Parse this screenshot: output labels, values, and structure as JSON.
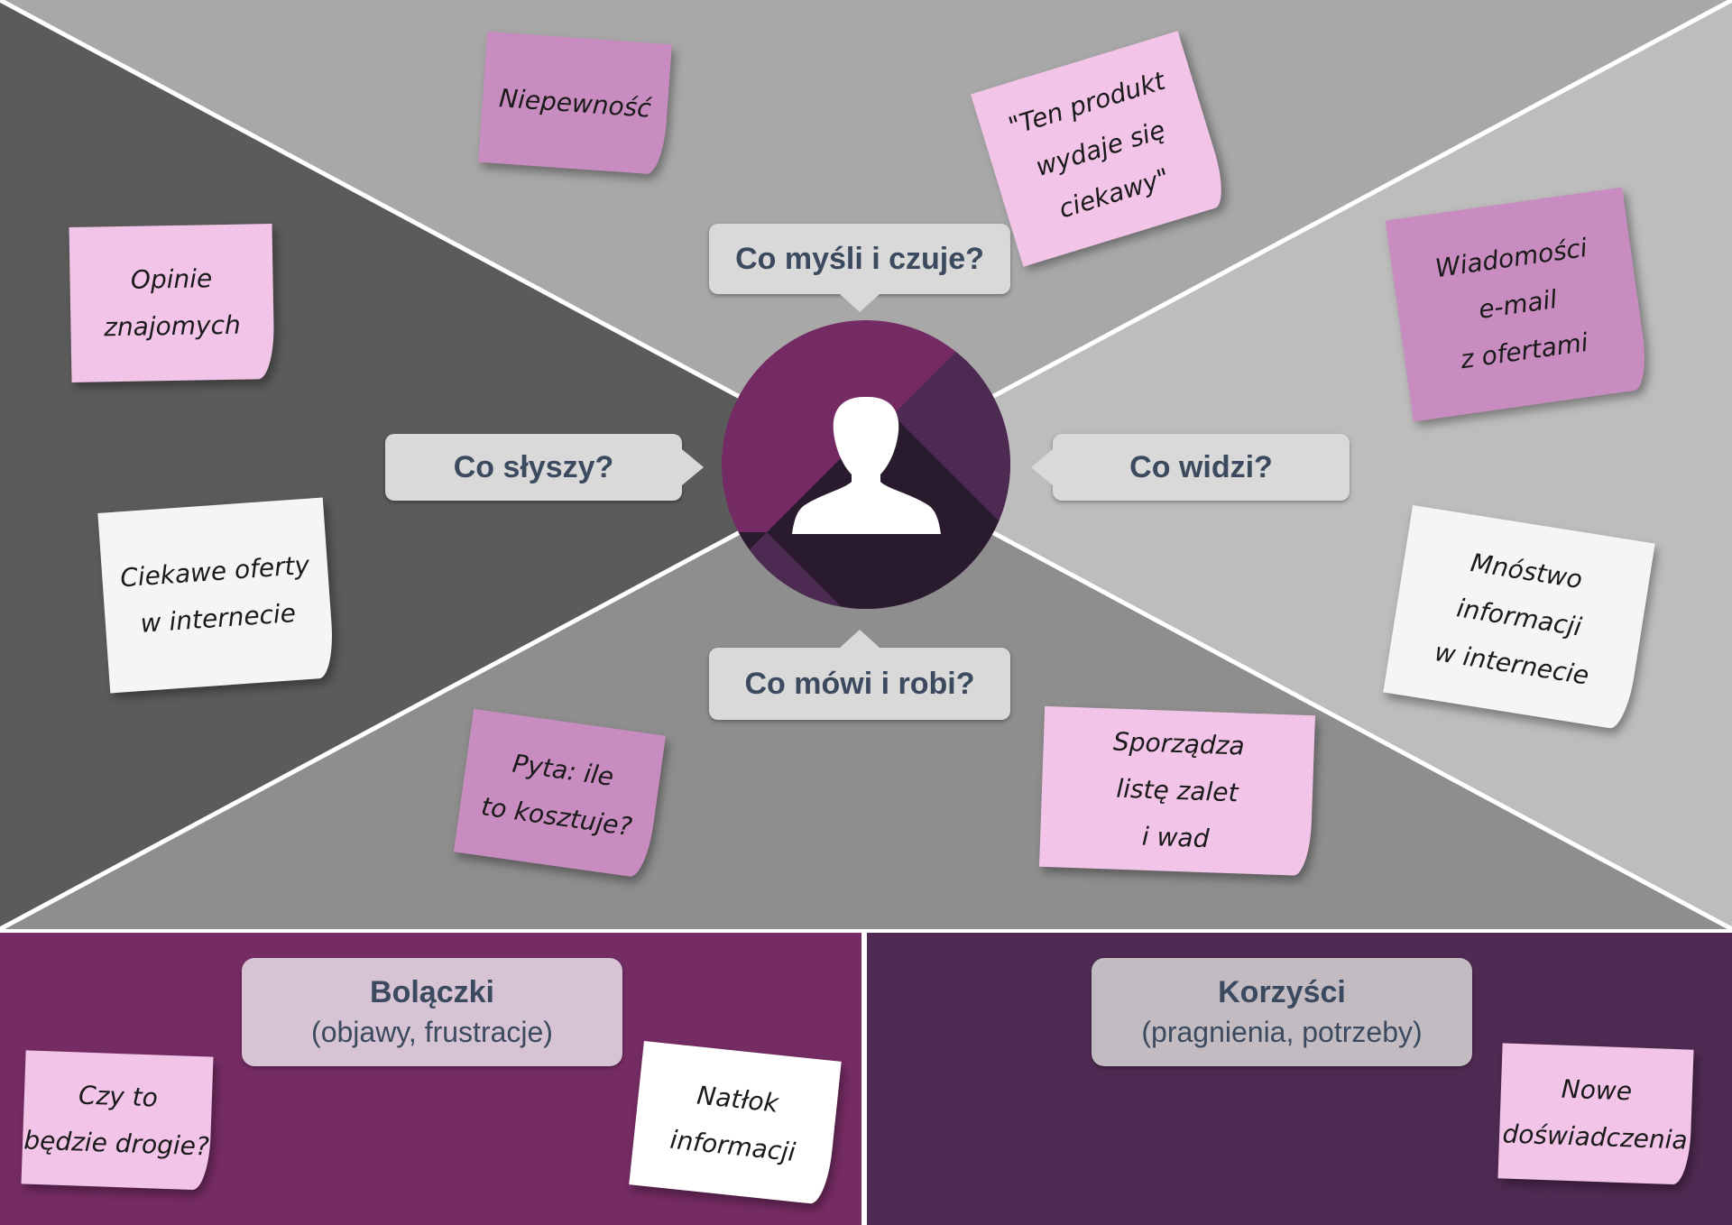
{
  "colors": {
    "left_panel": "#5b5b5b",
    "top_panel": "#a8a8a8",
    "right_panel": "#bdbdbd",
    "bottom_panel": "#8e8e8e",
    "pains_panel": "#752c63",
    "gains_panel": "#4f2a52",
    "note_pink": "#f2c4e8",
    "note_purple": "#c98cc0",
    "note_white": "#f5f5f5",
    "avatar_purple": "#742a63"
  },
  "center": {
    "icon": "person-silhouette-icon"
  },
  "quadrants": {
    "thinks": "Co myśli i czuje?",
    "hears": "Co słyszy?",
    "sees": "Co widzi?",
    "says": "Co mówi i robi?"
  },
  "notes": {
    "uncertainty": [
      "Niepewność"
    ],
    "product_quote": [
      "\"Ten produkt",
      "wydaje się",
      "ciekawy\""
    ],
    "friends": [
      "Opinie",
      "znajomych"
    ],
    "offers_online": [
      "Ciekawe oferty",
      "w internecie"
    ],
    "emails": [
      "Wiadomości",
      "e-mail",
      "z ofertami"
    ],
    "lots_info": [
      "Mnóstwo",
      "informacji",
      "w internecie"
    ],
    "asks_price": [
      "Pyta: ile",
      "to kosztuje?"
    ],
    "pros_cons": [
      "Sporządza",
      "listę zalet",
      "i wad"
    ],
    "expensive": [
      "Czy to",
      "będzie drogie?"
    ],
    "overload": [
      "Natłok",
      "informacji"
    ],
    "new_exp": [
      "Nowe",
      "doświadczenia"
    ]
  },
  "pains": {
    "title": "Bolączki",
    "subtitle": "(objawy, frustracje)"
  },
  "gains": {
    "title": "Korzyści",
    "subtitle": "(pragnienia, potrzeby)"
  }
}
